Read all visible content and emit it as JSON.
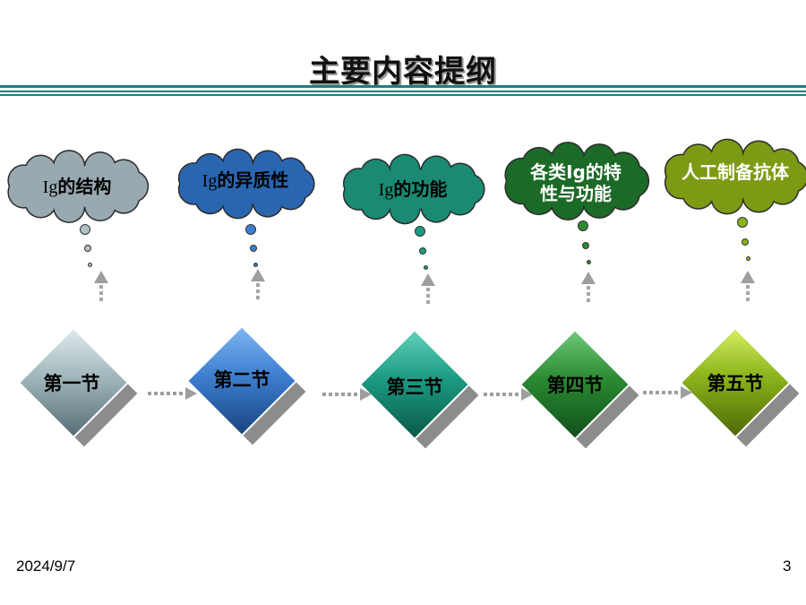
{
  "title": "主要内容提纲",
  "colors": {
    "rule": "#1f7f7f",
    "arrow": "#9e9e9e"
  },
  "clouds": [
    {
      "prefix": "Ig",
      "text": "的结构",
      "lines": [],
      "fill": "#98aab0"
    },
    {
      "prefix": "Ig",
      "text": "的异质性",
      "lines": [],
      "fill": "#2a66b0"
    },
    {
      "prefix": "Ig",
      "text": "的功能",
      "lines": [],
      "fill": "#1a8a72"
    },
    {
      "prefix": "",
      "text": "",
      "lines": [
        "各类Ig的特",
        "性与功能"
      ],
      "fill": "#1c6a28"
    },
    {
      "prefix": "",
      "text": "人工制备抗体",
      "lines": [],
      "fill": "#7c9a14"
    }
  ],
  "sections": [
    {
      "label": "第一节",
      "fill": "#9fb6bb"
    },
    {
      "label": "第二节",
      "fill": "#3d7fd0"
    },
    {
      "label": "第三节",
      "fill": "#1c9a82"
    },
    {
      "label": "第四节",
      "fill": "#2a8a32"
    },
    {
      "label": "第五节",
      "fill": "#8bb21a"
    }
  ],
  "footer": {
    "date": "2024/9/7",
    "page": "3"
  }
}
